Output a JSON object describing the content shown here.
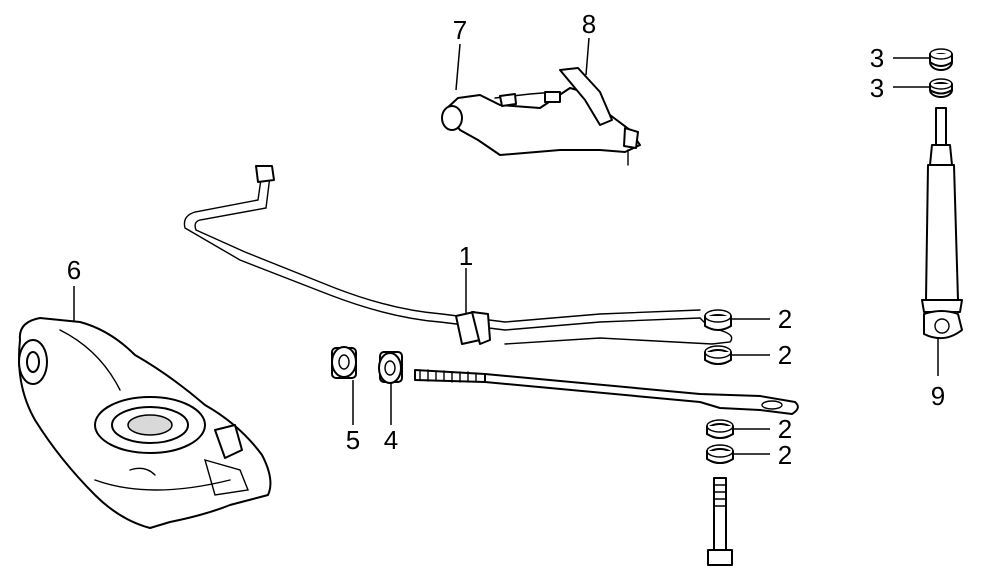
{
  "callouts": {
    "c1": "1",
    "c2a": "2",
    "c2b": "2",
    "c2c": "2",
    "c2d": "2",
    "c3a": "3",
    "c3b": "3",
    "c4": "4",
    "c5": "5",
    "c6": "6",
    "c7": "7",
    "c8": "8",
    "c9": "9"
  },
  "colors": {
    "line": "#000000",
    "background": "#ffffff",
    "shading": "#d9d9d9"
  }
}
